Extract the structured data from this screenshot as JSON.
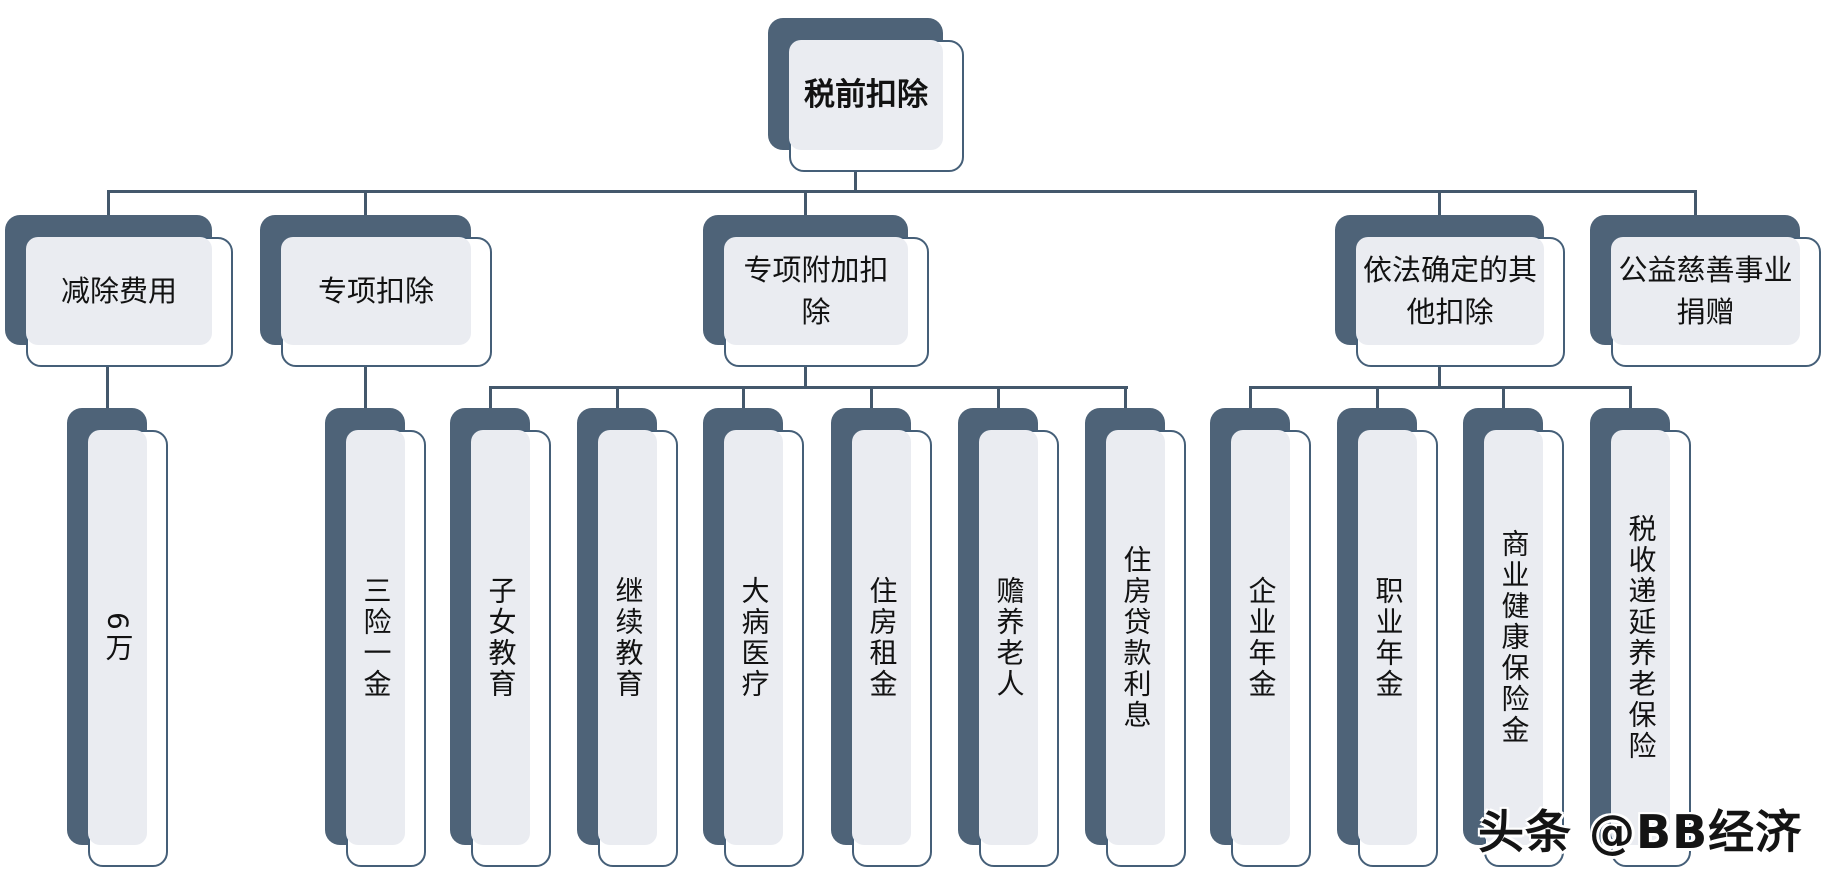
{
  "colors": {
    "slate": "#4e6378",
    "border": "#455f78",
    "fill": "#eaecf1",
    "line": "#44586c",
    "text": "#121212",
    "wm": "#141414"
  },
  "tree": {
    "root": {
      "label": "税前扣除"
    },
    "branches": [
      {
        "label": "减除费用",
        "children": [
          "6万"
        ]
      },
      {
        "label": "专项扣除",
        "children": [
          "三险一金"
        ]
      },
      {
        "label": "专项附加扣除",
        "children": [
          "子女教育",
          "继续教育",
          "大病医疗",
          "住房租金",
          "赡养老人",
          "住房贷款利息"
        ]
      },
      {
        "label": "依法确定的其他扣除",
        "children": [
          "企业年金",
          "职业年金",
          "商业健康保险金",
          "税收递延养老保险"
        ]
      },
      {
        "label": "公益慈善事业捐赠",
        "children": []
      }
    ]
  },
  "watermark": "头条 @BB经济"
}
